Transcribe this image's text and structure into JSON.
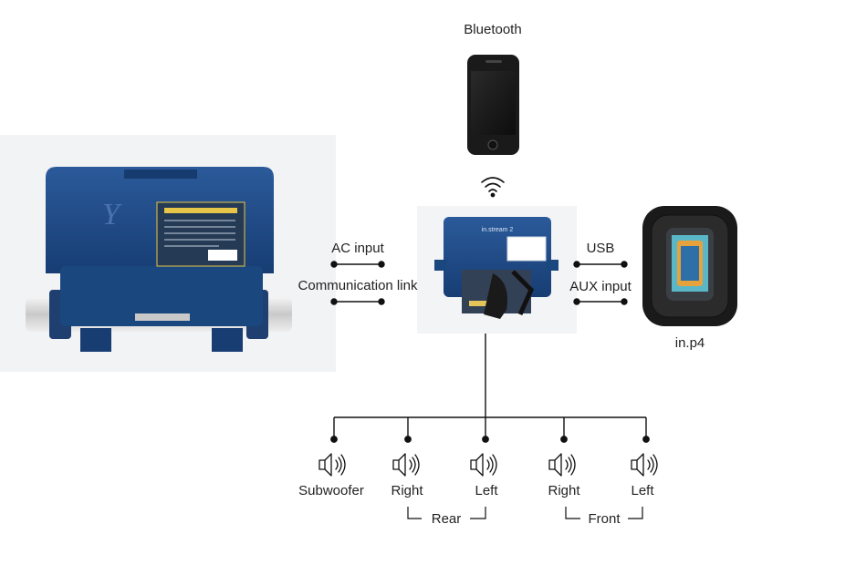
{
  "labels": {
    "bluetooth": "Bluetooth",
    "ac_input": "AC input",
    "communication_link": "Communication link",
    "usb": "USB",
    "aux_input": "AUX input",
    "remote_name": "in.p4",
    "controller_brand": "Y",
    "module_title": "in.stream 2"
  },
  "speakers": [
    {
      "label": "Subwoofer"
    },
    {
      "label": "Right"
    },
    {
      "label": "Left"
    },
    {
      "label": "Right"
    },
    {
      "label": "Left"
    }
  ],
  "groups": {
    "rear": "Rear",
    "front": "Front"
  },
  "colors": {
    "housing_blue": "#1f4a86",
    "housing_dark": "#153563",
    "remote_screen": "#5ab7c8",
    "line": "#111111"
  }
}
